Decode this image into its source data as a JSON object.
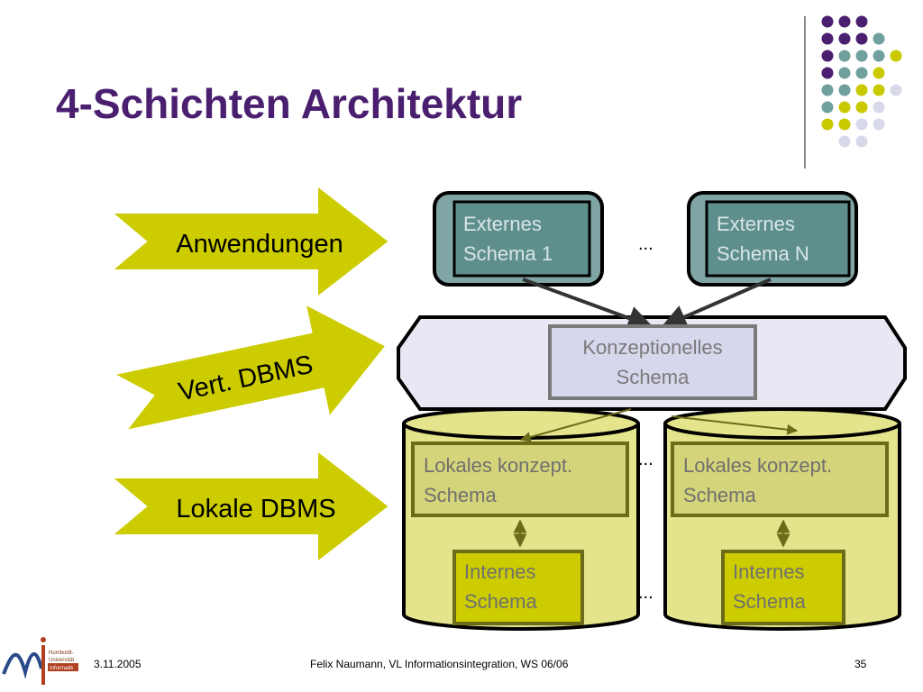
{
  "slide": {
    "title": "4-Schichten Architektur",
    "footer": {
      "date": "3.11.2005",
      "center": "Felix Naumann, VL Informationsintegration, WS 06/06",
      "page": "35"
    },
    "logo": {
      "line1": "Humboldt-",
      "line2": "Universität",
      "line3": "Informatik"
    }
  },
  "diagram": {
    "arrows": [
      {
        "label": "Anwendungen"
      },
      {
        "label": "Vert. DBMS"
      },
      {
        "label": "Lokale DBMS"
      }
    ],
    "external_schemas": [
      {
        "line1": "Externes",
        "line2": "Schema 1"
      },
      {
        "line1": "Externes",
        "line2": "Schema N"
      }
    ],
    "ellipsis_external": "...",
    "conceptual_schema": {
      "line1": "Konzeptionelles",
      "line2": "Schema"
    },
    "local_schemas": [
      {
        "line1": "Lokales konzept.",
        "line2": "Schema"
      },
      {
        "line1": "Lokales konzept.",
        "line2": "Schema"
      }
    ],
    "internal_schemas": [
      {
        "line1": "Internes",
        "line2": "Schema"
      },
      {
        "line1": "Internes",
        "line2": "Schema"
      }
    ],
    "ellipsis_local": "...",
    "ellipsis_internal": "..."
  },
  "colors": {
    "title": "#4a1f6f",
    "arrow_fill": "#cccc00",
    "external_outer": "#7fa6a4",
    "external_inner": "#5f8f8d",
    "external_text": "#d8e6e5",
    "conceptual_bg": "#e8e8f4",
    "conceptual_box": "#d6d6ec",
    "conceptual_text": "#7a7a7a",
    "cylinder_fill": "#e4e48c",
    "local_box": "#d4d47a",
    "internal_box": "#cccc00",
    "schema_text_dark": "#707070",
    "dot_purple": "#4a1f6f",
    "dot_teal": "#6fa09e",
    "dot_yellow": "#c9c900",
    "dot_lavender": "#d9d9ec"
  }
}
